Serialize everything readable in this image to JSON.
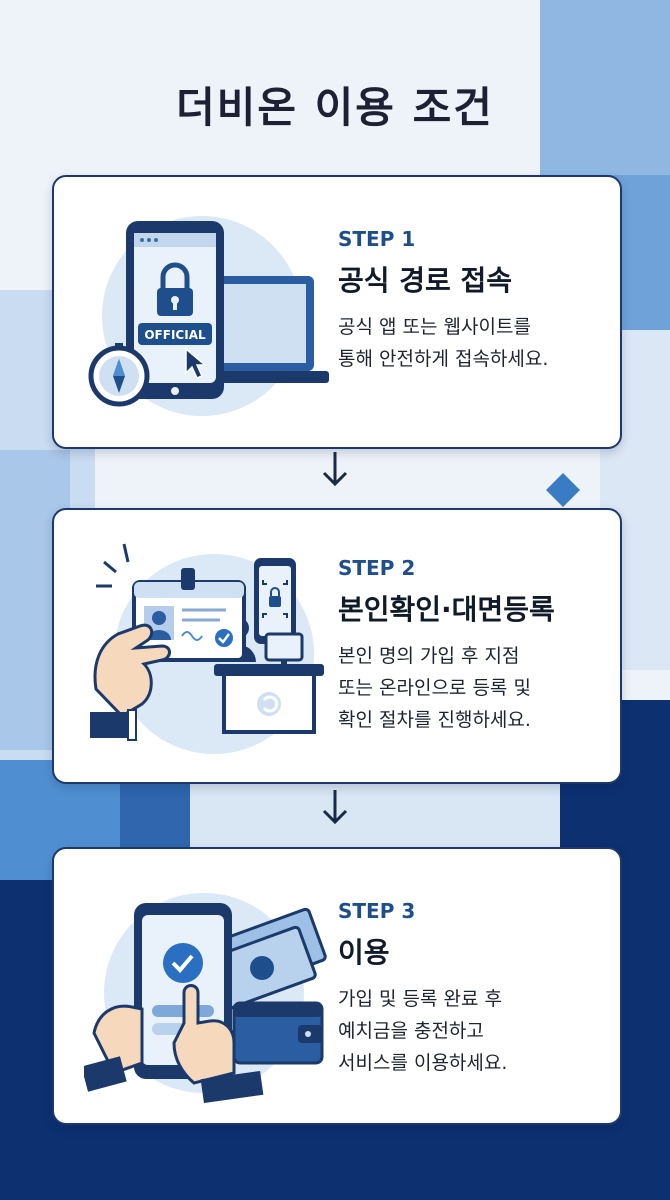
{
  "title": "더비온 이용 조건",
  "colors": {
    "dark_navy": "#0d3070",
    "mid_blue": "#4f8fd1",
    "light_blue": "#cfe0f3",
    "step_blue": "#1e4f8c"
  },
  "steps": [
    {
      "step_label": "STEP 1",
      "heading": "공식 경로 접속",
      "description": "공식 앱 또는 웹사이트를\n통해 안전하게 접속하세요.",
      "badge": "OFFICIAL",
      "icons": [
        "smartphone-icon",
        "laptop-icon",
        "lock-icon",
        "compass-icon",
        "cursor-icon"
      ]
    },
    {
      "step_label": "STEP 2",
      "heading": "본인확인·대면등록",
      "description": "본인 명의 가입 후 지점\n또는 온라인으로 등록 및\n확인 절차를 진행하세요.",
      "icons": [
        "id-card-icon",
        "hand-icon",
        "phone-lock-icon",
        "desk-clerk-icon"
      ]
    },
    {
      "step_label": "STEP 3",
      "heading": "이용",
      "description": "가입 및 등록 완료 후\n예치금을 충전하고\n서비스를 이용하세요.",
      "icons": [
        "phone-check-icon",
        "hand-tap-icon",
        "banknotes-icon",
        "wallet-icon"
      ]
    }
  ]
}
